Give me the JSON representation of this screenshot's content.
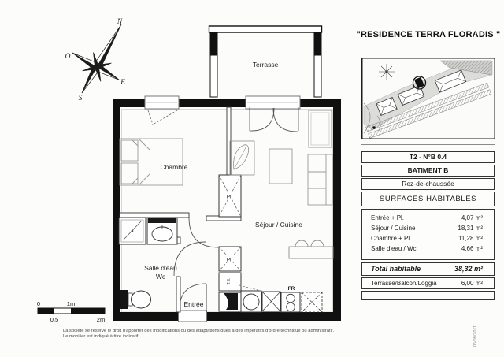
{
  "title": "\"RESIDENCE TERRA FLORADIS \"",
  "plan": {
    "room_labels": {
      "terrasse": "Terrasse",
      "chambre": "Chambre",
      "sejour_cuisine": "Séjour / Cuisine",
      "salle_deau": "Salle d'eau",
      "wc": "Wc",
      "entree": "Entrée"
    },
    "fixture_labels": {
      "placard_chambre": "Pl.",
      "placard_entree": "Pl.",
      "tableau_electrique": "T.E.",
      "frigo": "FR"
    },
    "compass": {
      "north": "N",
      "west": "O",
      "east": "E",
      "south": "S"
    }
  },
  "scale_bar": {
    "zero": "0",
    "one_meter": "1m",
    "half_meter": "0,5",
    "two_meters": "2m"
  },
  "info_panel": {
    "unit": "T2 - N°B 0.4",
    "building": "BATIMENT B",
    "floor": "Rez-de-chaussée",
    "section": "SURFACES HABITABLES",
    "rows": [
      {
        "label": "Entrée + Pl.",
        "value": "4,07 m²"
      },
      {
        "label": "Séjour / Cuisine",
        "value": "18,31 m²"
      },
      {
        "label": "Chambre + Pl.",
        "value": "11,28 m²"
      },
      {
        "label": "Salle d'eau / Wc",
        "value": "4,66 m²"
      }
    ],
    "total": {
      "label": "Total habitable",
      "value": "38,32 m²"
    },
    "terrace": {
      "label": "Terrasse/Balcon/Loggia",
      "value": "6,00 m²"
    }
  },
  "footer": {
    "disclaimer_line1": "La société se réserve le droit d'apporter des modifications ou des adaptations dues à des impératifs d'ordre technique ou administratif.",
    "disclaimer_line2": "Le mobilier est indiqué à titre indicatif.",
    "date": "05/09/2011"
  }
}
